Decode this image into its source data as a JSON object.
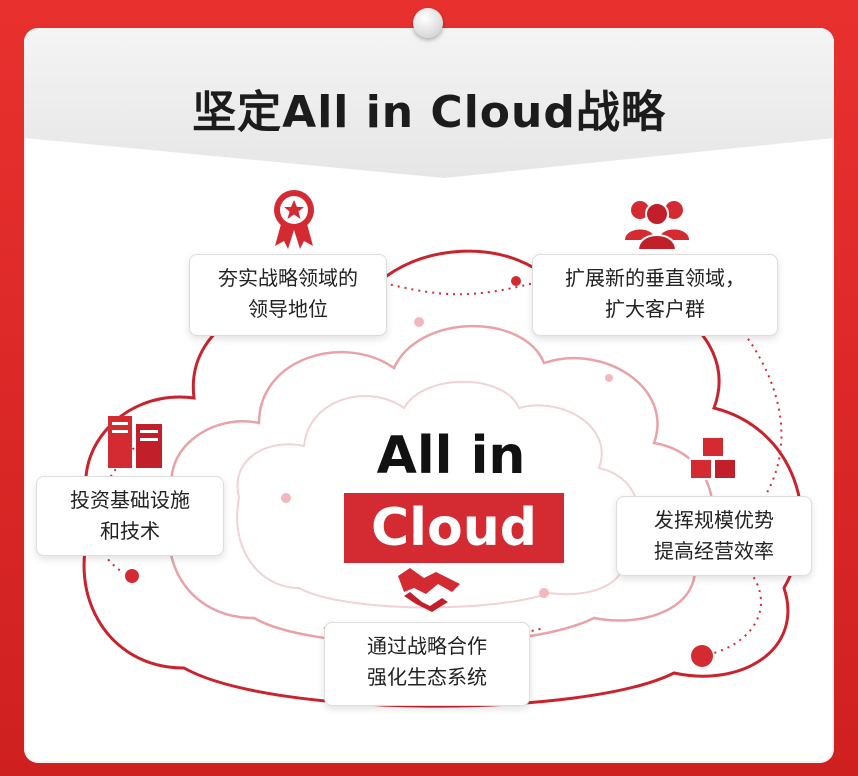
{
  "title": "坚定All in Cloud战略",
  "center": {
    "line1": "All in",
    "line2": "Cloud"
  },
  "items": [
    {
      "line1": "夯实战略领域的",
      "line2": "领导地位",
      "icon": "award-ribbon-icon"
    },
    {
      "line1": "扩展新的垂直领域，",
      "line2": "扩大客户群",
      "icon": "people-group-icon"
    },
    {
      "line1": "投资基础设施",
      "line2": "和技术",
      "icon": "server-rack-icon"
    },
    {
      "line1": "发挥规模优势",
      "line2": "提高经营效率",
      "icon": "cubes-icon"
    },
    {
      "line1": "通过战略合作",
      "line2": "强化生态系统",
      "icon": "handshake-icon"
    }
  ],
  "colors": {
    "accent": "#d42b33",
    "frame": "#e32a2a",
    "text": "#222222"
  }
}
